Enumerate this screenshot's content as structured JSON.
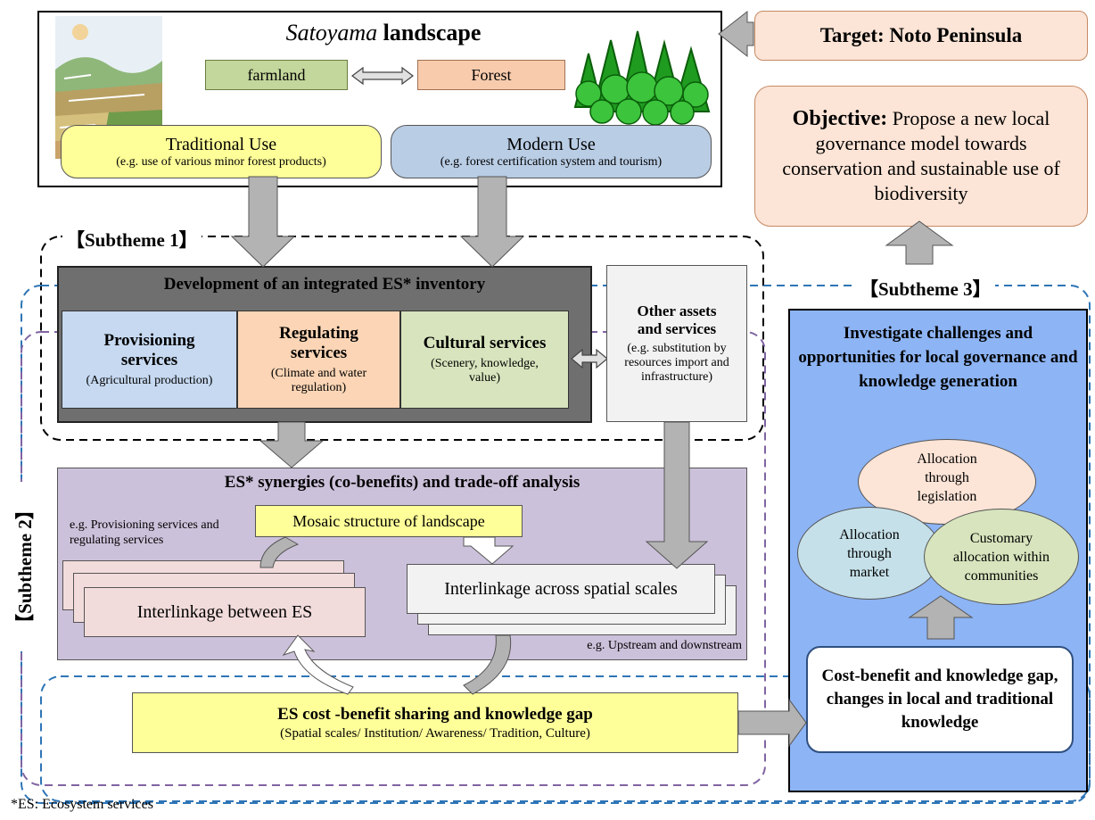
{
  "satoyama": {
    "title_italic": "Satoyama",
    "title_rest": " landscape",
    "farmland": "farmland",
    "forest": "Forest",
    "traditional_use": "Traditional Use",
    "traditional_use_example": "(e.g. use of various minor forest products)",
    "modern_use": "Modern Use",
    "modern_use_example": "(e.g. forest certification system and tourism)"
  },
  "target": "Target: Noto Peninsula",
  "objective": {
    "label": "Objective:",
    "text": "Propose a new local governance model towards conservation and sustainable use of biodiversity"
  },
  "subtheme1": {
    "label": "【Subtheme 1】",
    "inventory_title": "Development of an integrated ES* inventory",
    "provisioning": "Provisioning services",
    "provisioning_example": "(Agricultural production)",
    "regulating": "Regulating services",
    "regulating_example": "(Climate and water regulation)",
    "cultural": "Cultural services",
    "cultural_example": "(Scenery, knowledge, value)",
    "other_assets": "Other assets and services",
    "other_assets_example": "(e.g. substitution by resources import and infrastructure)"
  },
  "subtheme2": {
    "label": "【Subtheme 2】",
    "synergy_title": "ES* synergies (co-benefits) and trade-off analysis",
    "example_prov_reg": "e.g. Provisioning services and regulating services",
    "mosaic": "Mosaic structure of landscape",
    "interlinkage_es": "Interlinkage between ES",
    "interlinkage_spatial": "Interlinkage across spatial scales",
    "example_upstream": "e.g. Upstream and downstream",
    "cost_benefit": "ES cost -benefit sharing and  knowledge gap",
    "cost_benefit_example": "(Spatial scales/ Institution/ Awareness/ Tradition, Culture)"
  },
  "subtheme3": {
    "label": "【Subtheme 3】",
    "investigate": "Investigate challenges and opportunities for local governance and knowledge generation",
    "legislation": "Allocation through legislation",
    "market": "Allocation through market",
    "customary": "Customary allocation within communities",
    "cost_benefit_gap": "Cost-benefit and knowledge gap, changes in local and traditional knowledge"
  },
  "footnote": "*ES: Ecosystem services",
  "colors": {
    "farmland_fill": "#c3d69b",
    "forest_fill": "#f8cbad",
    "traditional_fill": "#ffff99",
    "modern_fill": "#b9cde5",
    "inventory_fill": "#6f6f6f",
    "provisioning_fill": "#c6d9f1",
    "regulating_fill": "#fbd5b5",
    "cultural_fill": "#d7e4bd",
    "synergy_fill": "#ccc1da",
    "subtheme3_fill": "#8db4f4",
    "legislation_fill": "#fce4d6",
    "market_fill": "#c5e0e8",
    "customary_fill": "#d7e4bd",
    "target_fill": "#fce4d6",
    "arrow_gray": "#b3b3b3",
    "dash_blue": "#2e75b6",
    "dash_purple": "#8064a2"
  }
}
